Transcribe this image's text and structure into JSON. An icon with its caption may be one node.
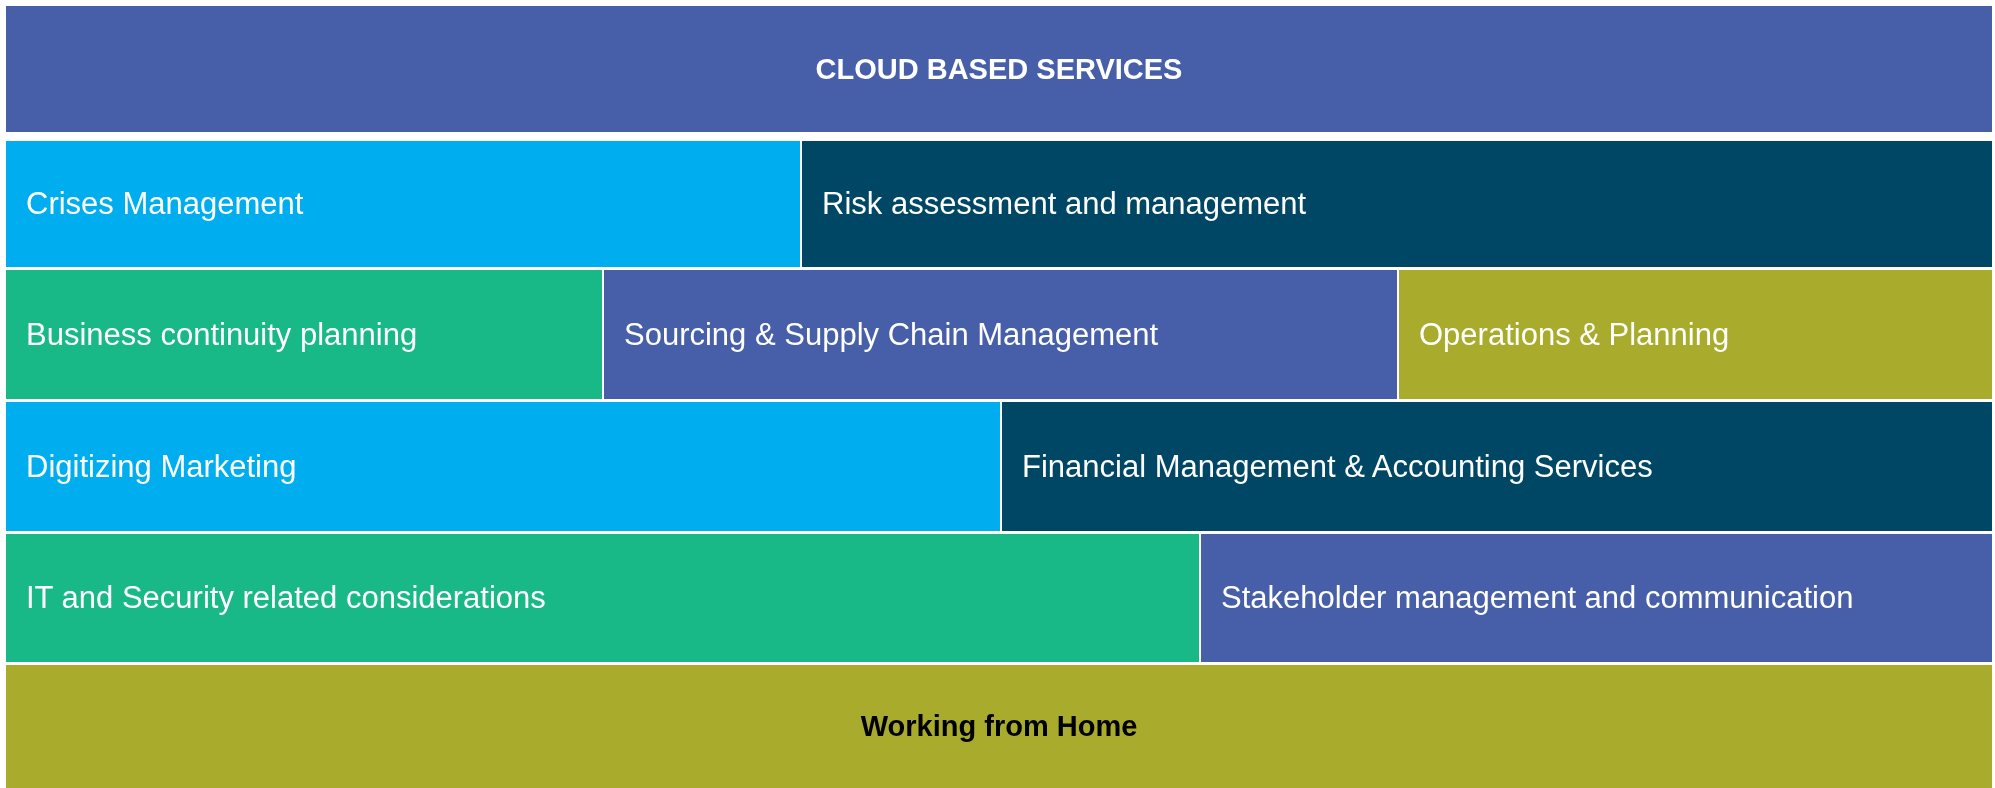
{
  "diagram": {
    "nodes": [
      {
        "text": [
          "CLOUD BASED SERVICES"
        ]
      },
      {
        "text": [
          "Crises Management"
        ]
      },
      {
        "text": [
          "Risk assessment and management"
        ]
      },
      {
        "text": [
          "Business continuity planning"
        ]
      },
      {
        "text": [
          "Sourcing & Supply Chain Management"
        ]
      },
      {
        "text": [
          "Operations & Planning"
        ]
      },
      {
        "text": [
          "Digitizing Marketing"
        ]
      },
      {
        "text": [
          "Financial Management & Accounting Services"
        ]
      },
      {
        "text": [
          "IT and Security related considerations"
        ]
      },
      {
        "text": [
          "Stakeholder management and communication"
        ]
      },
      {
        "text": [
          "Working from Home"
        ]
      }
    ]
  }
}
